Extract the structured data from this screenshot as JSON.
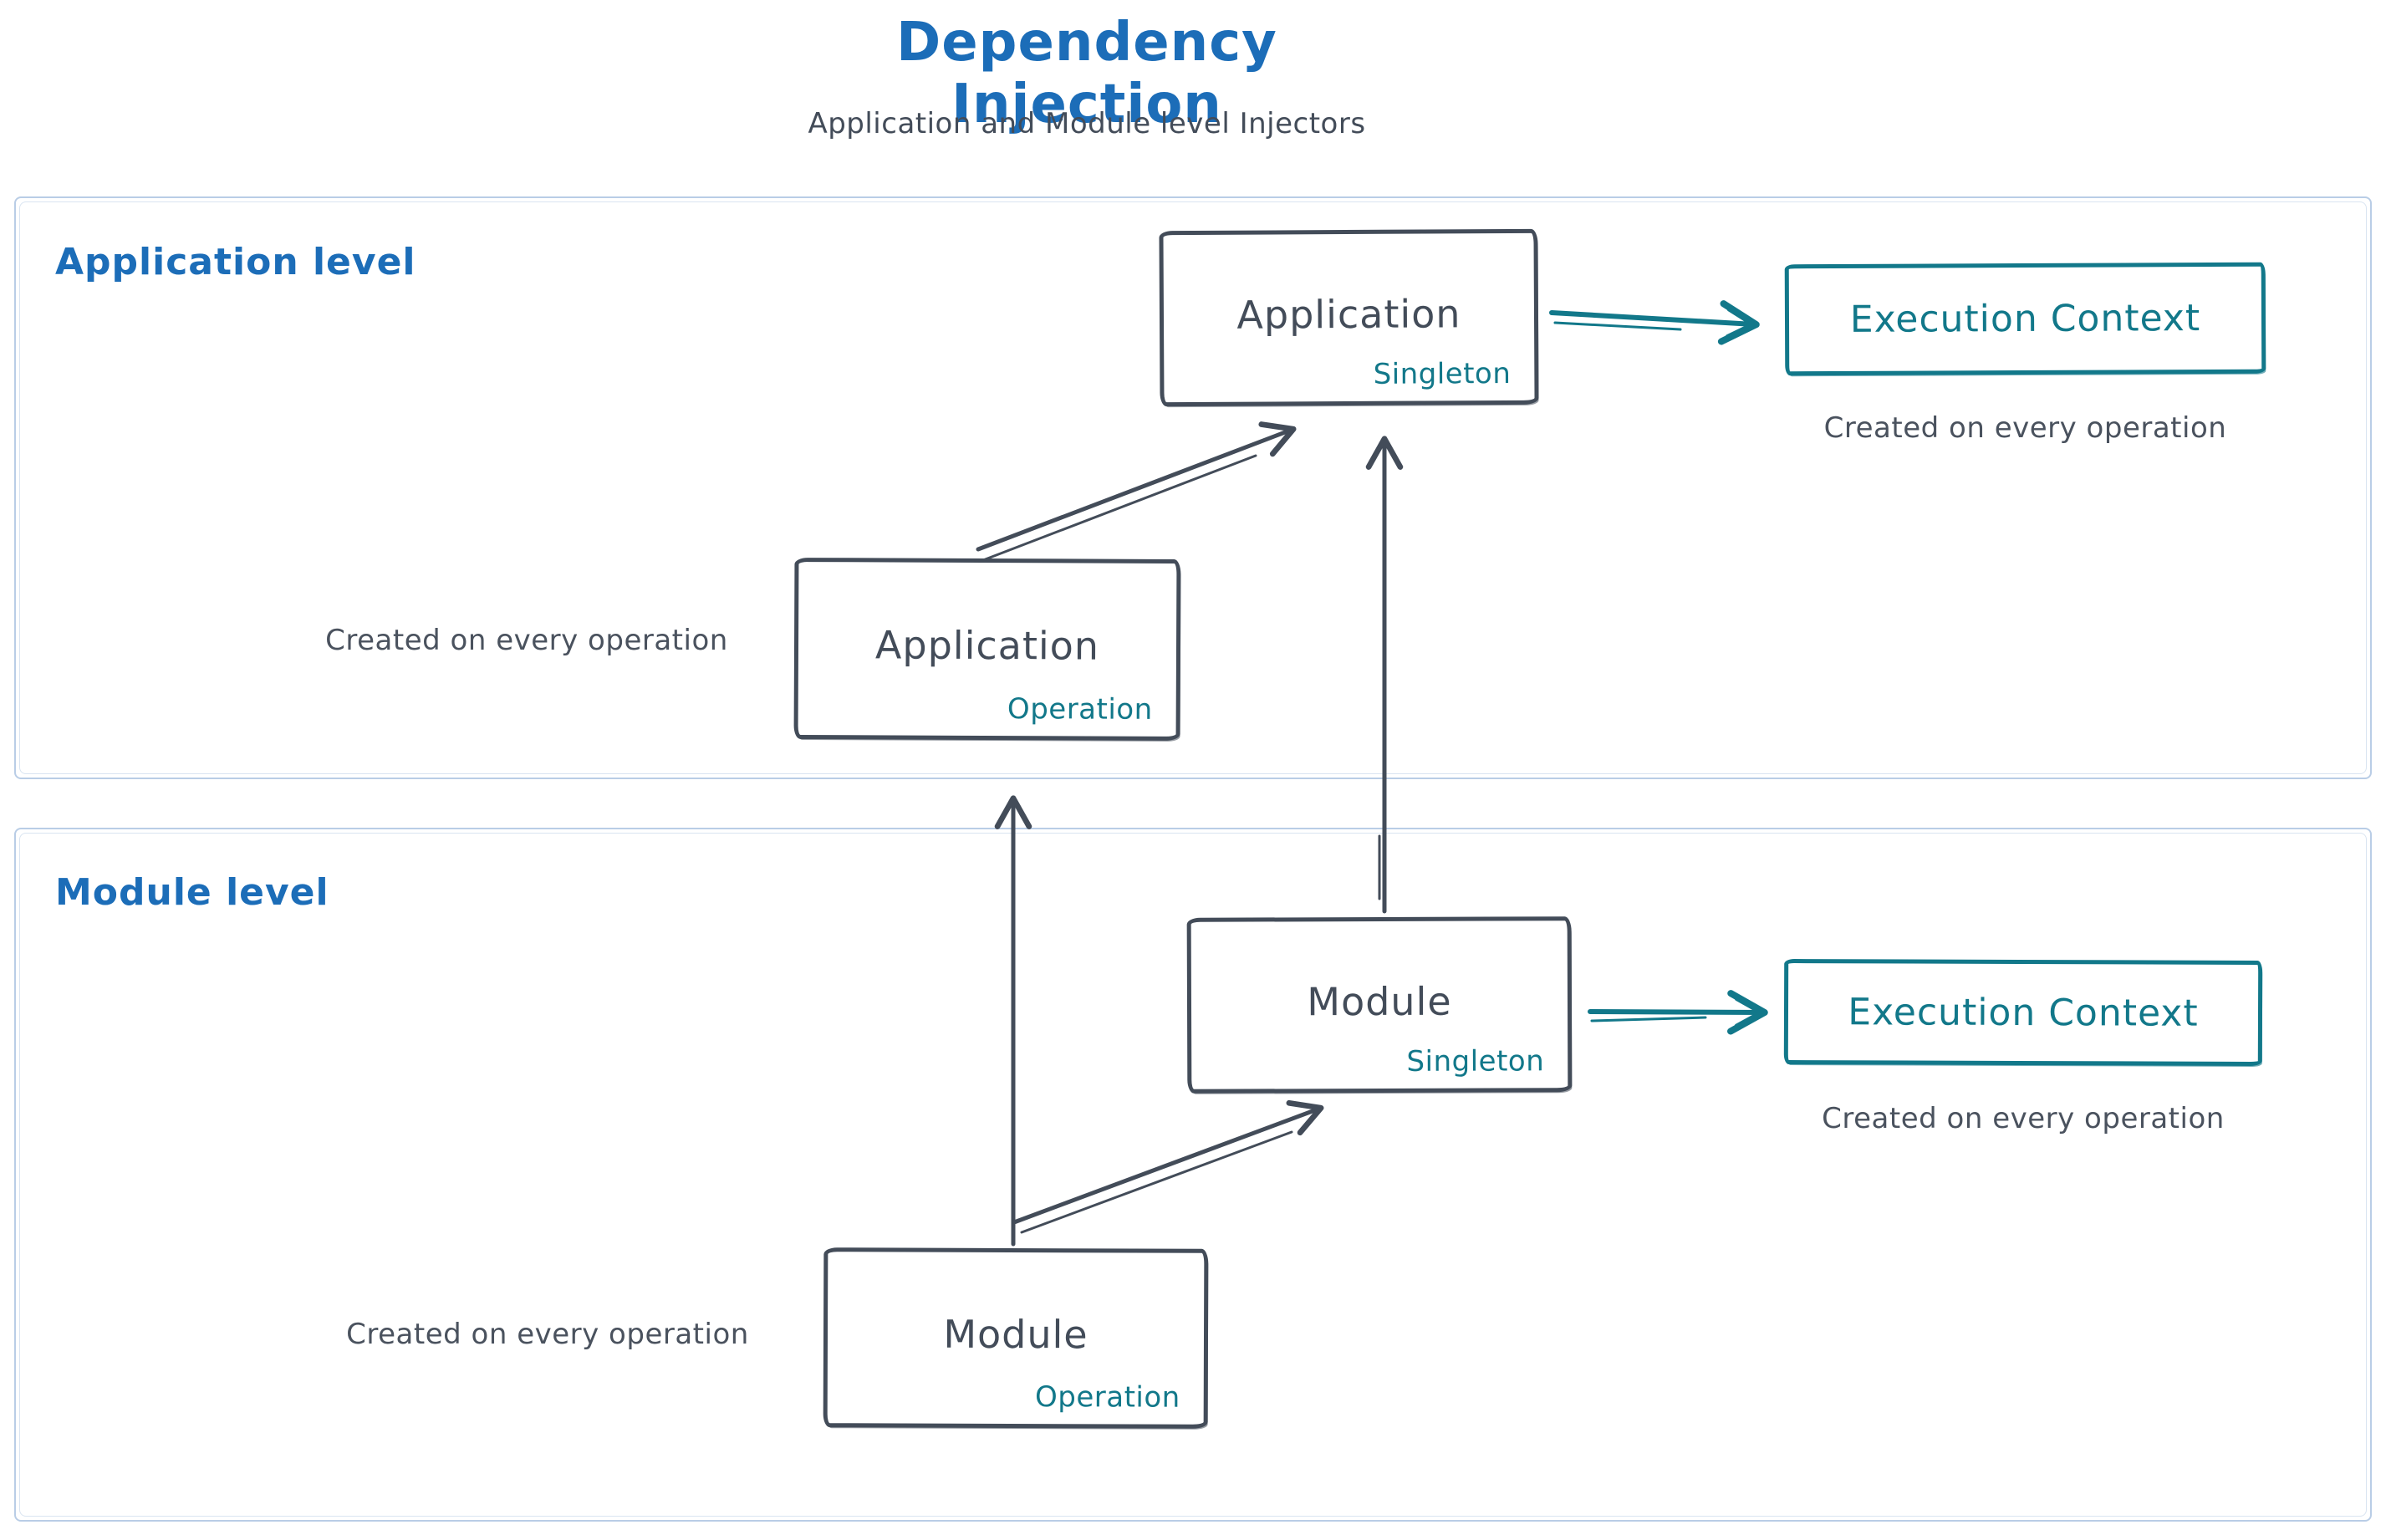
{
  "header": {
    "title": "Dependency Injection",
    "subtitle": "Application and Module level Injectors"
  },
  "colors": {
    "blue": "#1c6db8",
    "dark": "#434c59",
    "teal": "#12788a",
    "frame": "#b9cde6",
    "note": "#4a525e"
  },
  "application_level": {
    "label": "Application level",
    "singleton": {
      "title": "Application",
      "scope": "Singleton"
    },
    "operation": {
      "title": "Application",
      "scope": "Operation"
    },
    "operation_note": "Created on every operation",
    "execution_context": {
      "title": "Execution Context",
      "note": "Created on every operation"
    }
  },
  "module_level": {
    "label": "Module level",
    "singleton": {
      "title": "Module",
      "scope": "Singleton"
    },
    "operation": {
      "title": "Module",
      "scope": "Operation"
    },
    "operation_note": "Created on every operation",
    "execution_context": {
      "title": "Execution Context",
      "note": "Created on every operation"
    }
  }
}
